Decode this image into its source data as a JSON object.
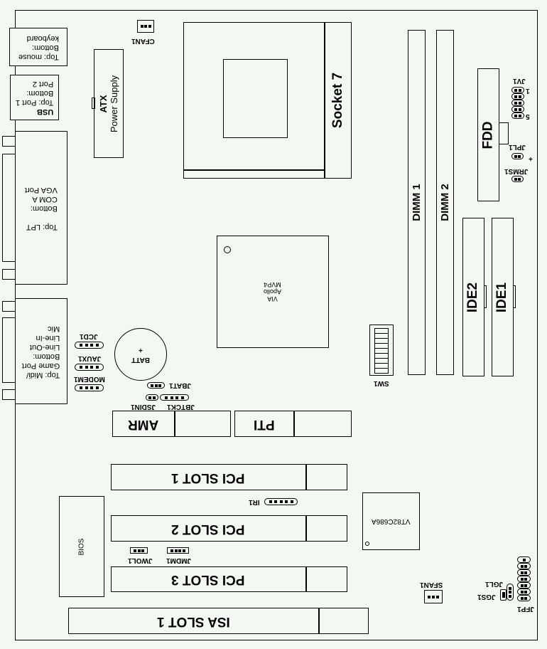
{
  "ports": {
    "keyboard": [
      "Top: mouse",
      "Bottom:",
      "keyboard"
    ],
    "usb": [
      "USB",
      "Top: Port 1",
      "Bottom:",
      "Port 2"
    ],
    "lpt": [
      "Top: LPT",
      "Bottom:",
      "COM A",
      "VGA Port"
    ],
    "audio": [
      "Top: Midi/",
      "Game Port",
      "Bottom:",
      "Line-Out",
      "Line-In",
      "Mic"
    ]
  },
  "components": {
    "cfan1": "CFAN1",
    "atx_line1": "ATX",
    "atx_line2": "Power Supply",
    "socket": "Socket 7",
    "dimm1": "DIMM 1",
    "dimm2": "DIMM 2",
    "fdd": "FDD",
    "jv1": "JV1",
    "jv1_pin1": "1",
    "jv1_pin5": "5",
    "jpl1": "JPL1",
    "jpl1_plus": "+",
    "jrms1": "JRMS1",
    "ide2": "IDE2",
    "ide1": "IDE1",
    "chipset": [
      "VIA",
      "Apollo",
      "MVP4"
    ],
    "sw1": "SW1",
    "batt": "BATT",
    "batt_plus": "+",
    "jcd1": "JCD1",
    "jaux1": "JAUX1",
    "modem1": "MODEM1",
    "jbat1": "JBAT1",
    "jsdin1": "JSDIN1",
    "jbtck1": "JBTCK1",
    "amr": "AMR",
    "pti": "PTI",
    "pci1": "PCI SLOT 1",
    "pci2": "PCI SLOT 2",
    "pci3": "PCI SLOT 3",
    "ir1": "IR1",
    "southbridge": "VT82C686A",
    "bios": "BIOS",
    "jwol1": "JWOL1",
    "jmdm1": "JMDM1",
    "sfan1": "SFAN1",
    "isa1": "ISA SLOT 1",
    "jfp1": "JFP1",
    "jgl1": "JGL1",
    "jgs1": "JGS1"
  }
}
